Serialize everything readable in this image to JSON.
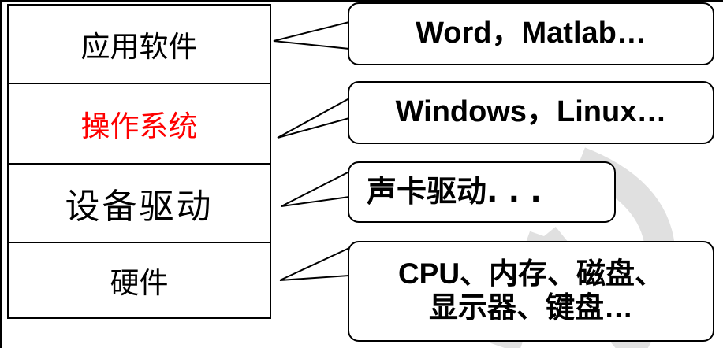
{
  "layers": [
    {
      "label": "应用软件",
      "color": "#000000"
    },
    {
      "label": "操作系统",
      "color": "#ff0000"
    },
    {
      "label": "设备驱动",
      "color": "#000000"
    },
    {
      "label": "硬件",
      "color": "#000000"
    }
  ],
  "callouts": [
    {
      "text": "Word，Matlab…"
    },
    {
      "text": "Windows，Linux…"
    },
    {
      "text": "声卡驱动. . ."
    },
    {
      "line1": "CPU、内存、磁盘、",
      "line2": "显示器、键盘…"
    }
  ]
}
